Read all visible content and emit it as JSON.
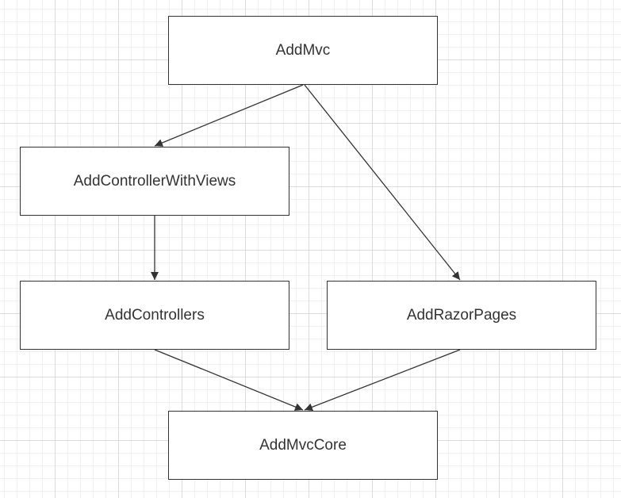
{
  "diagram": {
    "nodes": [
      {
        "id": "addmvc",
        "label": "AddMvc"
      },
      {
        "id": "acwv",
        "label": "AddControllerWithViews"
      },
      {
        "id": "addcontrollers",
        "label": "AddControllers"
      },
      {
        "id": "addrazorpages",
        "label": "AddRazorPages"
      },
      {
        "id": "addmvccore",
        "label": "AddMvcCore"
      }
    ],
    "edges": [
      {
        "from": "addmvc",
        "to": "acwv"
      },
      {
        "from": "addmvc",
        "to": "addrazorpages"
      },
      {
        "from": "acwv",
        "to": "addcontrollers"
      },
      {
        "from": "addcontrollers",
        "to": "addmvccore"
      },
      {
        "from": "addrazorpages",
        "to": "addmvccore"
      }
    ]
  },
  "colors": {
    "stroke": "#333333",
    "grid_major": "#dcdcdc",
    "grid_minor": "#f0f0f0",
    "background": "#ffffff"
  }
}
